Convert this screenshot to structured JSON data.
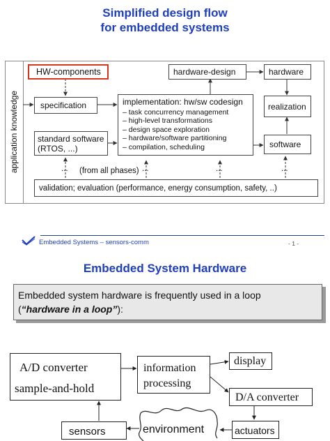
{
  "slide1": {
    "title_line1": "Simplified design flow",
    "title_line2": "for embedded systems",
    "side_label": "application knowledge",
    "boxes": {
      "hw_components": "HW-components",
      "specification": "specification",
      "standard_software_1": "standard software",
      "standard_software_2": "(RTOS, ...)",
      "implementation_title": "implementation: hw/sw codesign",
      "implementation_items": [
        "task concurrency management",
        "high-level transformations",
        "design space exploration",
        "hardware/software partitioning",
        "compilation, scheduling"
      ],
      "hardware_design": "hardware-design",
      "hardware": "hardware",
      "realization": "realization",
      "software": "software",
      "validation": "validation; evaluation (performance, energy consumption, safety, ..)"
    },
    "ellipsis": "...",
    "from_all_phases": "(from all phases)",
    "footer_text": "Embedded Systems – sensors-comm",
    "page_number": "- 1 -",
    "colors": {
      "title": "#1f3fbf",
      "highlight_border": "#d9341c",
      "footer_line": "#1f3f8f"
    }
  },
  "slide2": {
    "title": "Embedded System Hardware",
    "callout_line1": "Embedded system hardware is frequently used in a loop",
    "callout_open": "(",
    "callout_emph": "“hardware in a loop”",
    "callout_close": "):",
    "nodes": {
      "ad_converter": "A/D converter",
      "sample_hold": "sample-and-hold",
      "info_line1": "information",
      "info_line2": "processing",
      "display": "display",
      "da_converter": "D/A converter",
      "sensors": "sensors",
      "environment": "environment",
      "actuators": "actuators"
    }
  }
}
